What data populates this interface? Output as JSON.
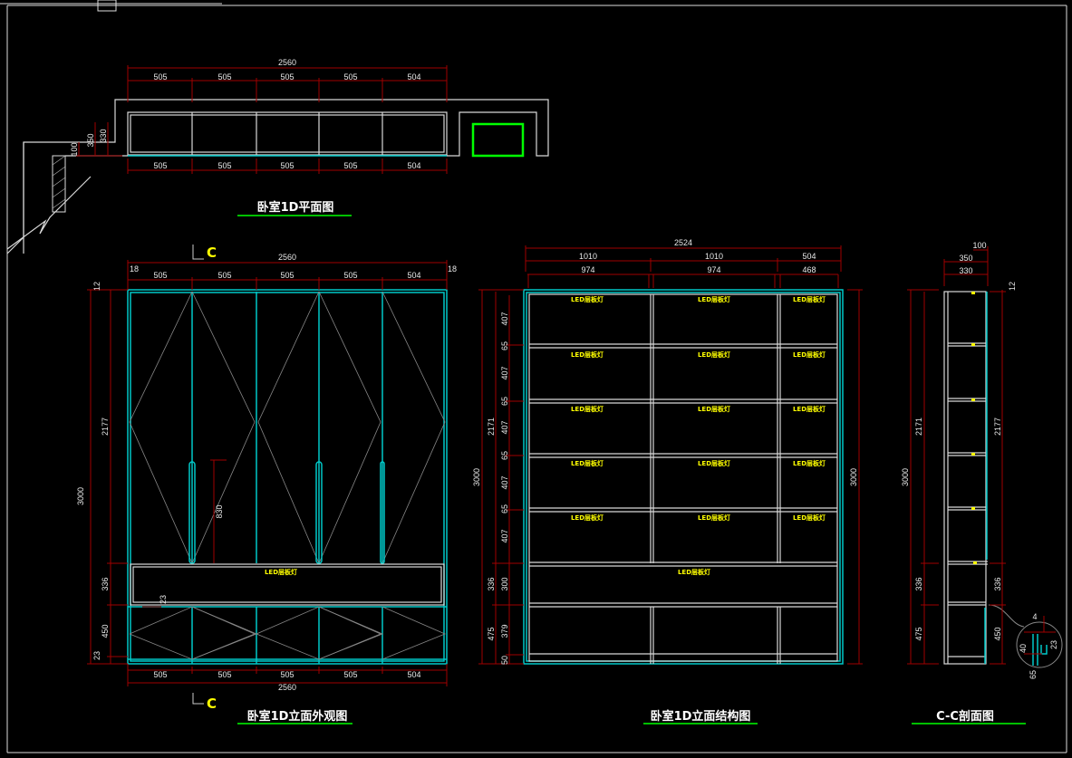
{
  "titles": {
    "plan": "卧室1D平面图",
    "exterior": "卧室1D立面外观图",
    "structure": "卧室1D立面结构图",
    "section": "C-C剖面图"
  },
  "section_mark": "C",
  "led_label": "LED层板灯",
  "plan_dims": {
    "total": "2560",
    "top": [
      "505",
      "505",
      "505",
      "505",
      "504"
    ],
    "bottom": [
      "505",
      "505",
      "505",
      "505",
      "504"
    ],
    "left": [
      "350",
      "330",
      "100"
    ]
  },
  "exterior_dims": {
    "total_top": "2560",
    "top": [
      "505",
      "505",
      "505",
      "505",
      "504"
    ],
    "edges": [
      "18",
      "18"
    ],
    "top_offset": "12",
    "height": "3000",
    "left": [
      "2177",
      "336",
      "450",
      "23"
    ],
    "handle": "830",
    "gap": "23",
    "bottom": [
      "505",
      "505",
      "505",
      "505",
      "504"
    ],
    "total_bottom": "2560"
  },
  "structure_dims": {
    "total": "2524",
    "outer": [
      "1010",
      "1010",
      "504"
    ],
    "inner": [
      "974",
      "974",
      "468"
    ],
    "height": "3000",
    "height_right": "3000",
    "left_mid": [
      "2171",
      "336",
      "475"
    ],
    "left_inner": [
      "407",
      "65",
      "407",
      "65",
      "407",
      "65",
      "407",
      "65",
      "407",
      "300",
      "379",
      "50"
    ]
  },
  "section_dims": {
    "top": [
      "100",
      "350",
      "330"
    ],
    "top_offset": "12",
    "height": "3000",
    "left": [
      "2171",
      "336",
      "475"
    ],
    "right": [
      "2177",
      "336",
      "450"
    ],
    "detail": [
      "4",
      "40",
      "23",
      "65"
    ]
  },
  "colors": {
    "dimension": "#a00000",
    "cabinet": "#00c8c8",
    "label": "#ffff00",
    "title_underline": "#00c000"
  }
}
